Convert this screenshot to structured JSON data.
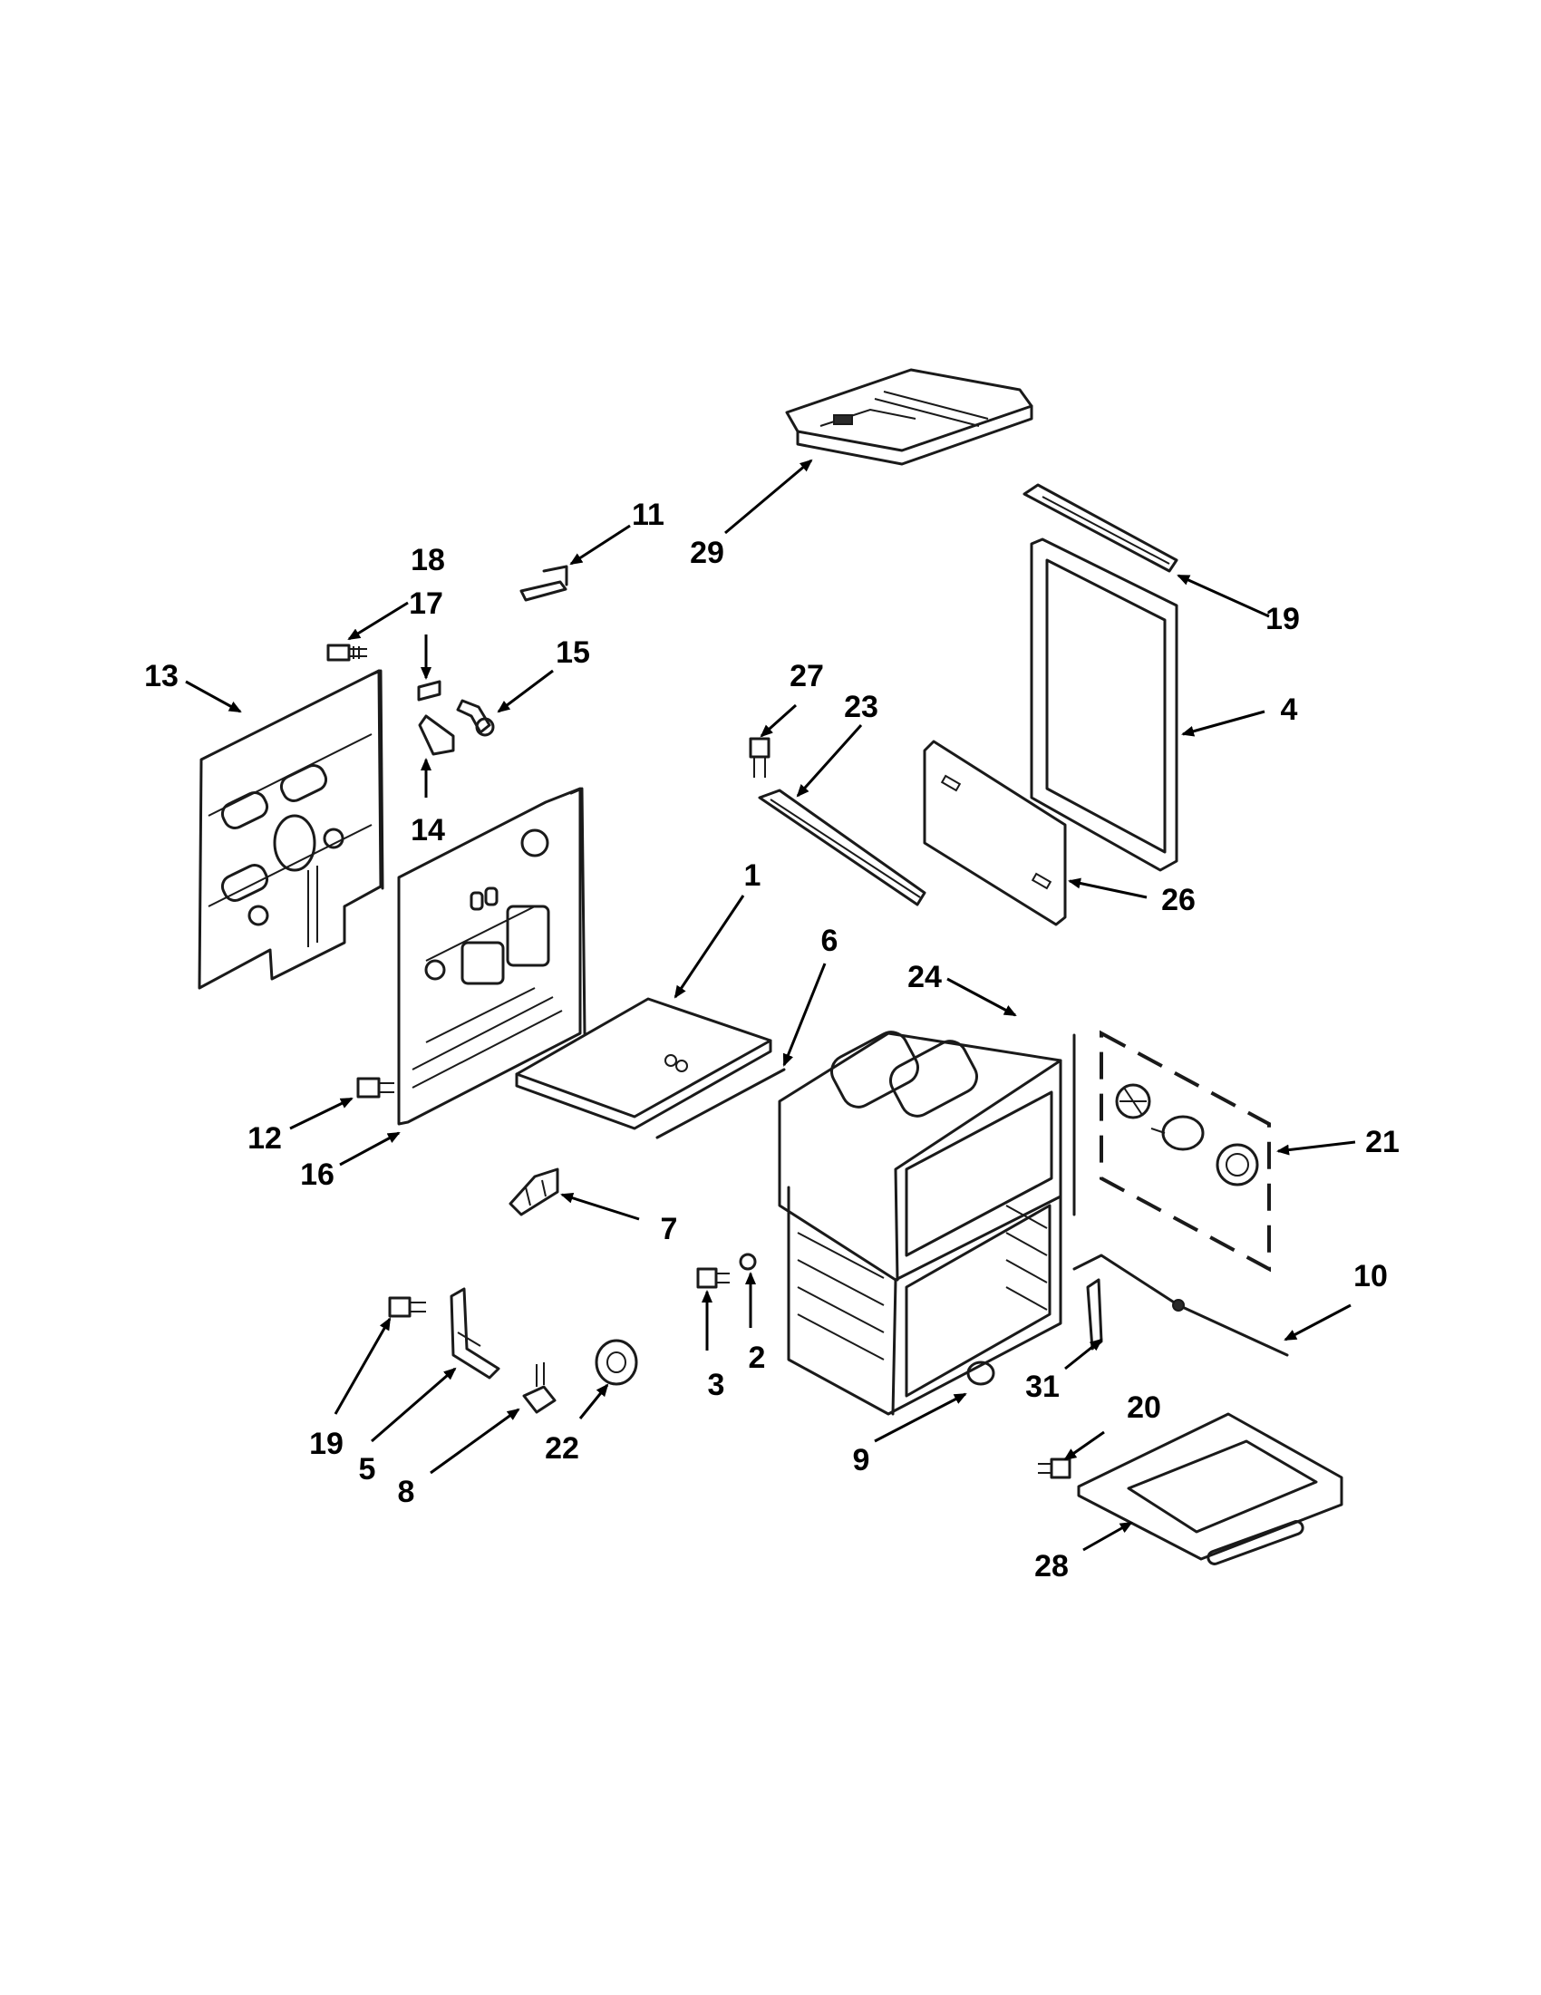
{
  "callouts": [
    {
      "id": "1",
      "label": "1"
    },
    {
      "id": "2",
      "label": "2"
    },
    {
      "id": "3",
      "label": "3"
    },
    {
      "id": "4",
      "label": "4"
    },
    {
      "id": "5",
      "label": "5"
    },
    {
      "id": "6",
      "label": "6"
    },
    {
      "id": "7",
      "label": "7"
    },
    {
      "id": "8",
      "label": "8"
    },
    {
      "id": "9",
      "label": "9"
    },
    {
      "id": "10",
      "label": "10"
    },
    {
      "id": "11",
      "label": "11"
    },
    {
      "id": "12",
      "label": "12"
    },
    {
      "id": "13",
      "label": "13"
    },
    {
      "id": "14",
      "label": "14"
    },
    {
      "id": "15",
      "label": "15"
    },
    {
      "id": "16",
      "label": "16"
    },
    {
      "id": "17",
      "label": "17"
    },
    {
      "id": "18",
      "label": "18"
    },
    {
      "id": "19a",
      "label": "19"
    },
    {
      "id": "19b",
      "label": "19"
    },
    {
      "id": "20",
      "label": "20"
    },
    {
      "id": "21",
      "label": "21"
    },
    {
      "id": "22",
      "label": "22"
    },
    {
      "id": "23",
      "label": "23"
    },
    {
      "id": "24",
      "label": "24"
    },
    {
      "id": "26",
      "label": "26"
    },
    {
      "id": "27",
      "label": "27"
    },
    {
      "id": "28",
      "label": "28"
    },
    {
      "id": "29",
      "label": "29"
    },
    {
      "id": "31",
      "label": "31"
    }
  ]
}
